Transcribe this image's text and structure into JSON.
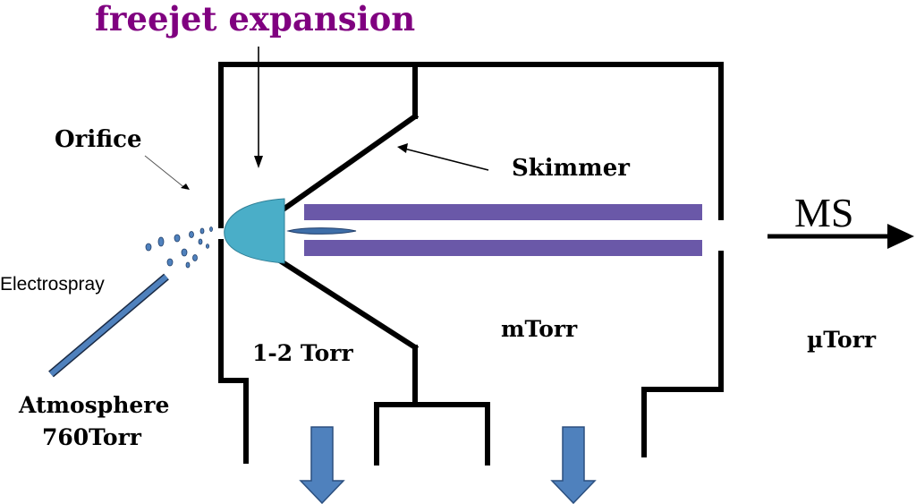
{
  "labels": {
    "freejet": "freejet expansion",
    "orifice": "Orifice",
    "skimmer": "Skimmer",
    "ms": "MS",
    "electrospray": "Electrospray",
    "atmosphere_line1": "Atmosphere",
    "atmosphere_line2": "760Torr",
    "pressure_stage1": "1-2 Torr",
    "pressure_stage2": "mTorr",
    "pressure_stage3": "µTorr"
  },
  "colors": {
    "wall": "#000000",
    "freejet_text": "#800080",
    "plume": "#4aaec8",
    "rods": "#6a58a8",
    "pump_arrow": "#4f81bd",
    "ion_beam": "#3e6ea8"
  }
}
